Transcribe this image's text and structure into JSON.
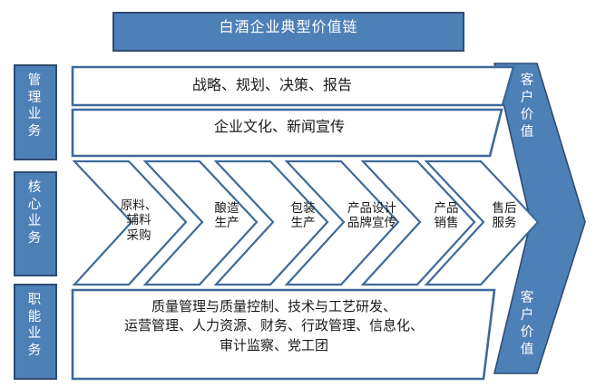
{
  "diagram": {
    "title": "白酒企业典型价值链",
    "colors": {
      "accent_fill": "#4E80B8",
      "accent_border": "#2E4B70",
      "outline": "#3E6A99",
      "text": "#1A1A1A",
      "white": "#FFFFFF"
    },
    "side_labels": [
      {
        "name": "management",
        "text": "管理\n业务"
      },
      {
        "name": "core",
        "text": "核心\n业务"
      },
      {
        "name": "functional",
        "text": "职能\n业务"
      }
    ],
    "management_rows": [
      "战略、规划、决策、报告",
      "企业文化、新闻宣传"
    ],
    "core_steps": [
      "原料、\n辅料\n采购",
      "酿造\n生产",
      "包装\n生产",
      "产品设计\n品牌宣传",
      "产品\n销售",
      "售后\n服务"
    ],
    "functional_text": "质量管理与质量控制、技术与工艺研发、\n运营管理、人力资源、财务、行政管理、信息化、\n审计监察、党工团",
    "customer_value_top": "客户\n价值",
    "customer_value_bottom": "客户\n价值"
  }
}
